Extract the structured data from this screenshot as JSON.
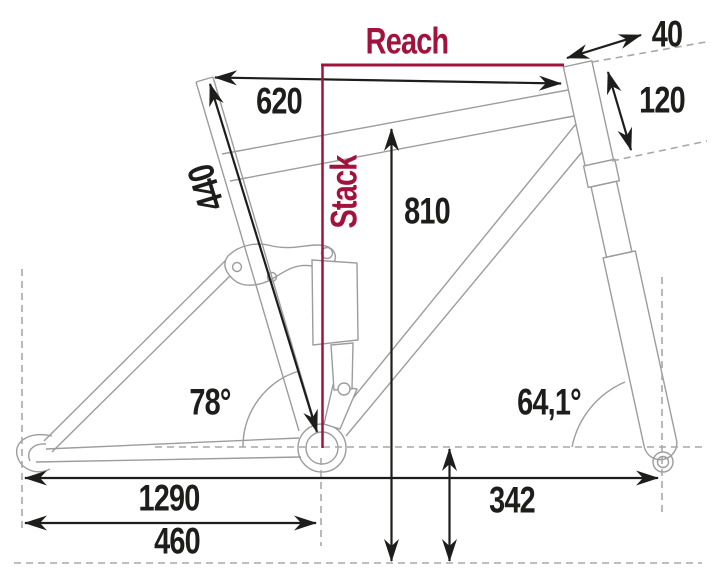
{
  "diagram": {
    "colors": {
      "accent_red": "#a1133c",
      "frame_gray": "#9c9c9c",
      "ink_black": "#1d1d1b",
      "guide_gray": "#a8a8a8"
    },
    "reach_label": "Reach",
    "stack_label": "Stack",
    "dimensions": {
      "effective_top_tube": "620",
      "seat_tube": "440",
      "standover": "810",
      "head_tube": "120",
      "spacers": "40",
      "wheelbase": "1290",
      "rear_center": "460",
      "bb_to_ground": "342"
    },
    "angles": {
      "seat_tube": "78°",
      "head_tube": "64,1°"
    }
  }
}
